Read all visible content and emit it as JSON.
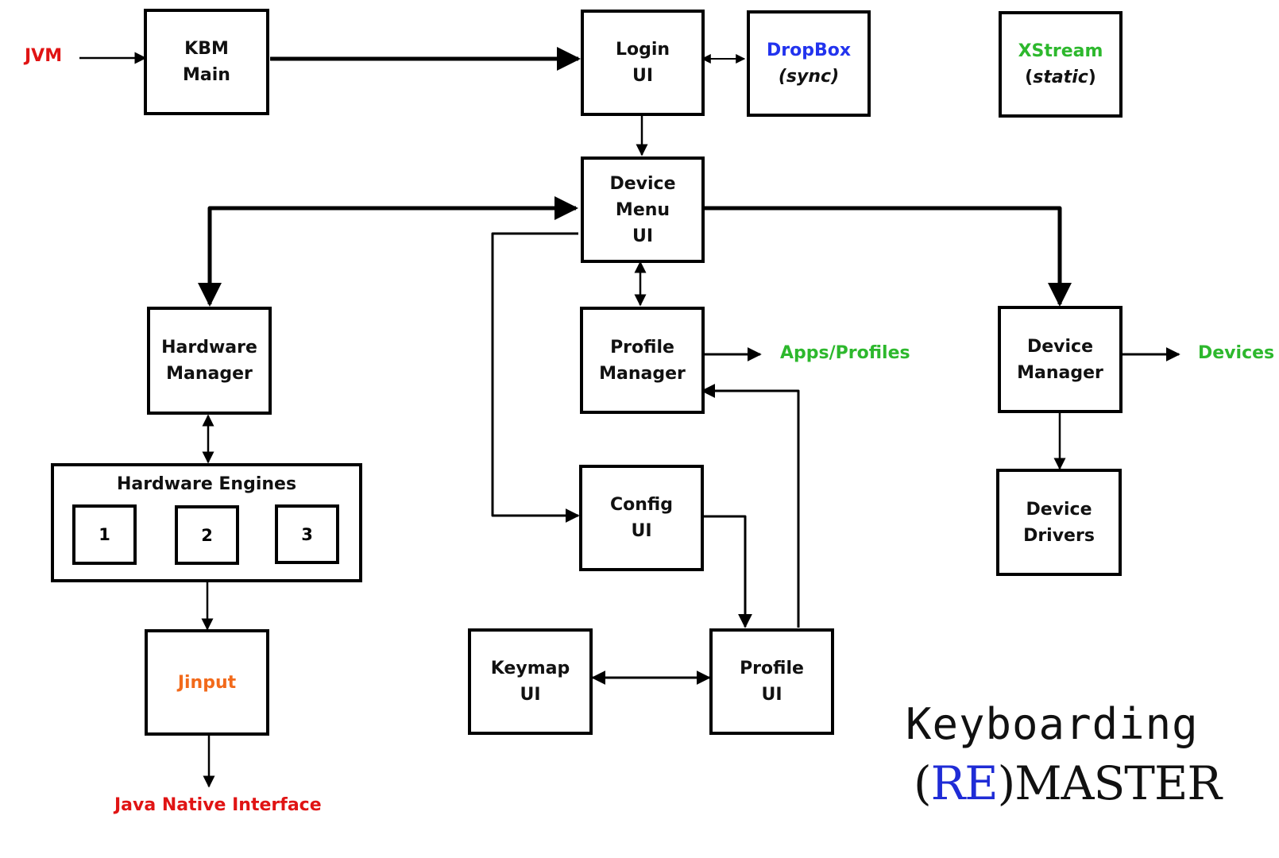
{
  "labels": {
    "jvm": "JVM",
    "apps_profiles": "Apps/Profiles",
    "devices": "Devices",
    "jni": "Java Native Interface"
  },
  "boxes": {
    "kbm_main": [
      "KBM",
      "Main"
    ],
    "login_ui": [
      "Login",
      "UI"
    ],
    "dropbox": {
      "name": "DropBox",
      "note": "(sync)"
    },
    "xstream": {
      "name": "XStream",
      "note_open": "(",
      "note": "static",
      "note_close": ")"
    },
    "device_menu_ui": [
      "Device",
      "Menu",
      "UI"
    ],
    "hardware_manager": [
      "Hardware",
      "Manager"
    ],
    "profile_manager": [
      "Profile",
      "Manager"
    ],
    "device_manager": [
      "Device",
      "Manager"
    ],
    "hardware_engines": {
      "title": "Hardware Engines",
      "engines": [
        "1",
        "2",
        "3"
      ]
    },
    "config_ui": [
      "Config",
      "UI"
    ],
    "device_drivers": [
      "Device",
      "Drivers"
    ],
    "jinput": "Jinput",
    "keymap_ui": [
      "Keymap",
      "UI"
    ],
    "profile_ui": [
      "Profile",
      "UI"
    ]
  },
  "branding": {
    "title": "Keyboarding",
    "sub_open": "(",
    "sub_re": "RE",
    "sub_close": ")",
    "sub_rest": "MASTER"
  },
  "colors": {
    "red": "#e01414",
    "green": "#2db82d",
    "blue": "#2233ee",
    "orange": "#f26a1b"
  }
}
